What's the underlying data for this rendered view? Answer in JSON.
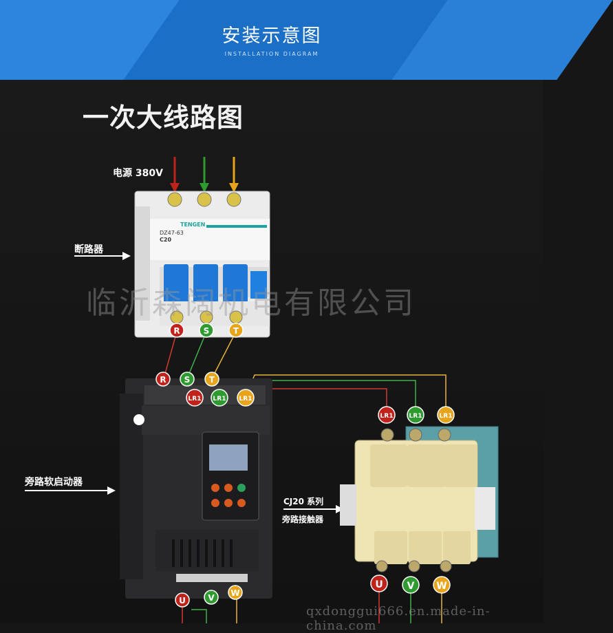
{
  "header": {
    "title": "安装示意图",
    "subtitle": "INSTALLATION DIAGRAM"
  },
  "diagram": {
    "title": "一次大线路图",
    "power_label": "电源 380V",
    "breaker_label": "断路器",
    "starter_label": "旁路软启动器",
    "contactor_label_1": "CJ20 系列",
    "contactor_label_2": "旁路接触器",
    "breaker_brand": "TENGEN",
    "breaker_model": "DZ47-63",
    "breaker_rating": "C20",
    "terminals": {
      "r": "R",
      "s": "S",
      "t": "T",
      "lr1": "LR1",
      "u": "U",
      "v": "V",
      "w": "W"
    }
  },
  "watermark": {
    "company": "临沂森阔机电有限公司",
    "site": "qxdonggui666.en.made-in-china.com"
  },
  "colors": {
    "banner": "#1b6fc6",
    "red": "#c0231c",
    "green": "#2f9a30",
    "yellow": "#e8a41a",
    "wire_red": "#d23a32",
    "wire_green": "#3fb24a",
    "wire_yellow": "#e6b43a"
  }
}
